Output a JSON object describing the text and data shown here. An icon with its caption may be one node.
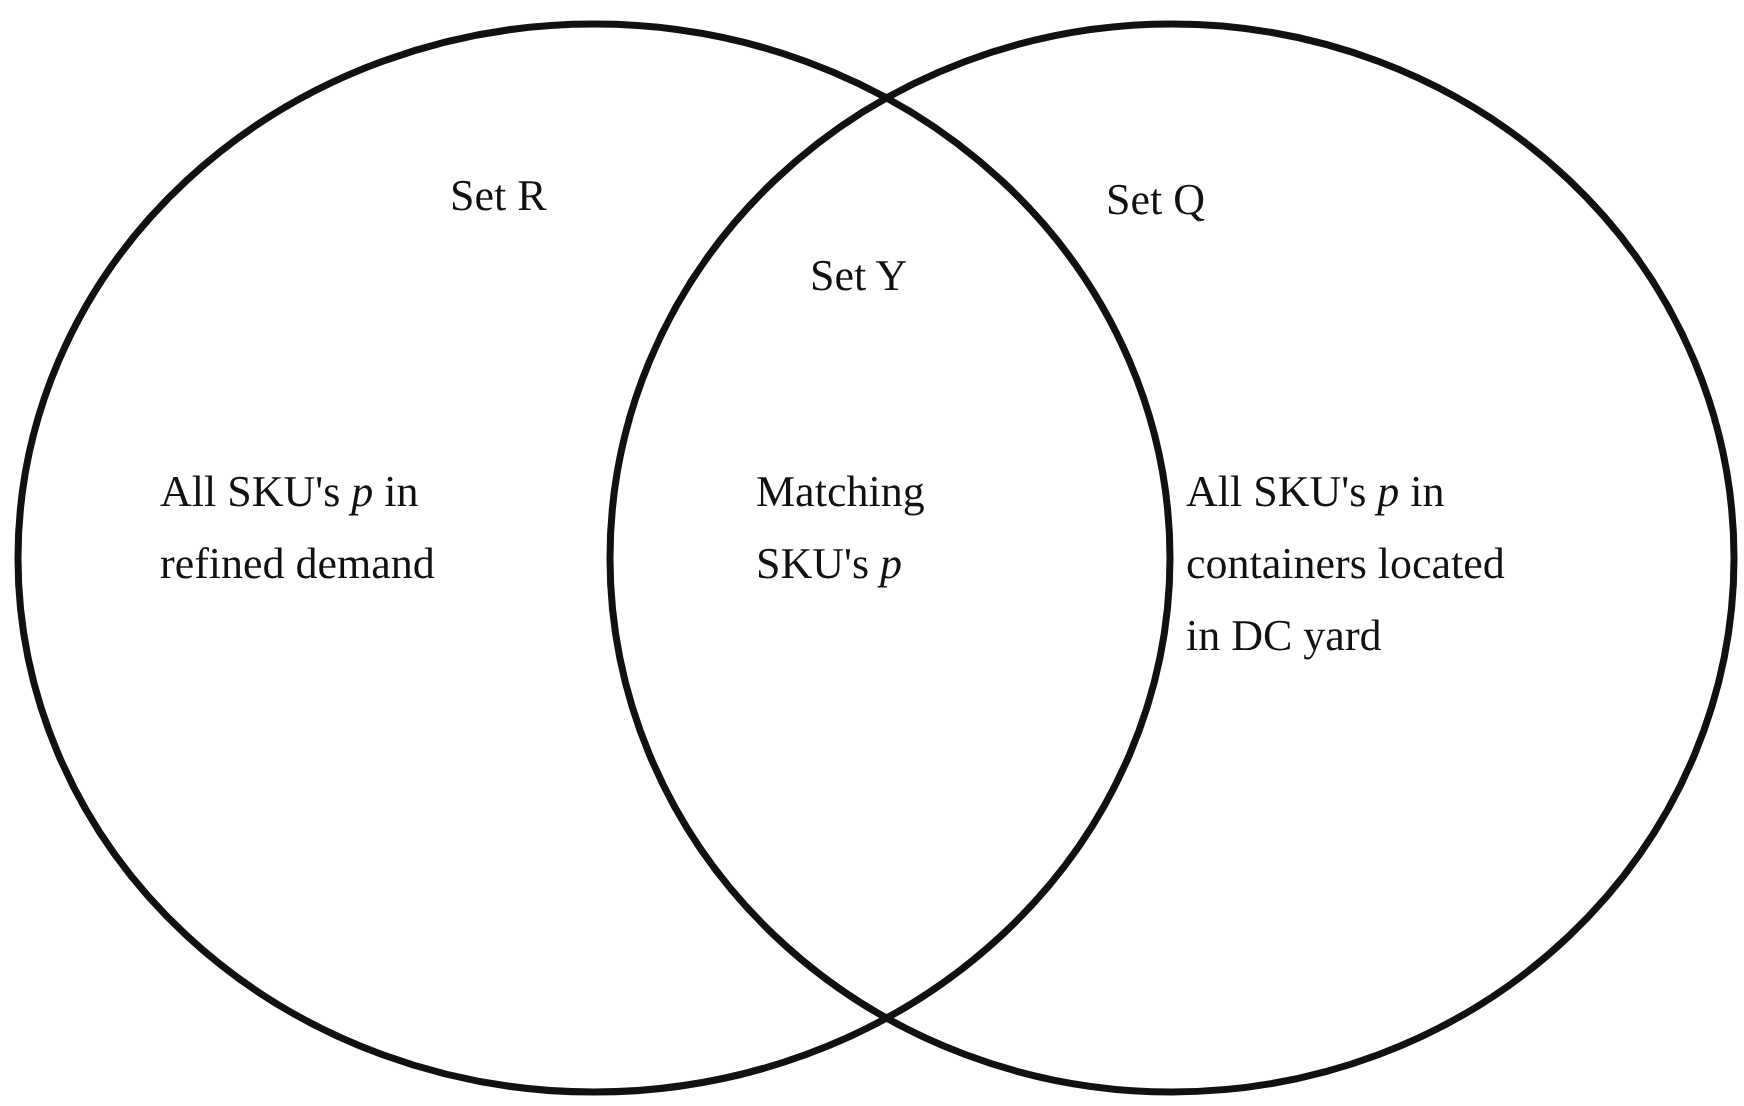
{
  "diagram": {
    "nodes": [
      {
        "text": [
          "Set R",
          "All SKU's *p* in refined demand"
        ]
      },
      {
        "text": [
          "Set Q",
          "All SKU's *p* in containers located in DC yard"
        ]
      },
      {
        "text": [
          "Set Y",
          "Matching SKU's *p*"
        ]
      }
    ]
  }
}
